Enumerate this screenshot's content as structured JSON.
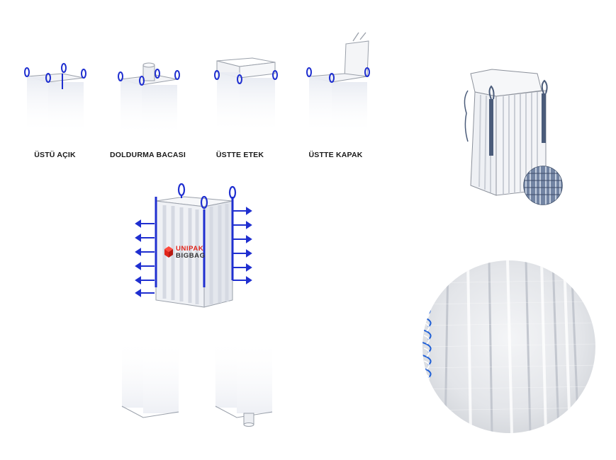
{
  "top_types": [
    {
      "label": "ÜSTÜ AÇIK"
    },
    {
      "label": "DOLDURMA BACASI"
    },
    {
      "label": "ÜSTTE ETEK"
    },
    {
      "label": "ÜSTTE KAPAK"
    }
  ],
  "brand": {
    "line1": "UNIPAK",
    "line2": "BIGBAG",
    "color": "#e1251b"
  },
  "colors": {
    "strap": "#1f2fd0",
    "outline": "#8a8f99",
    "arrow": "#1f2fd0"
  }
}
